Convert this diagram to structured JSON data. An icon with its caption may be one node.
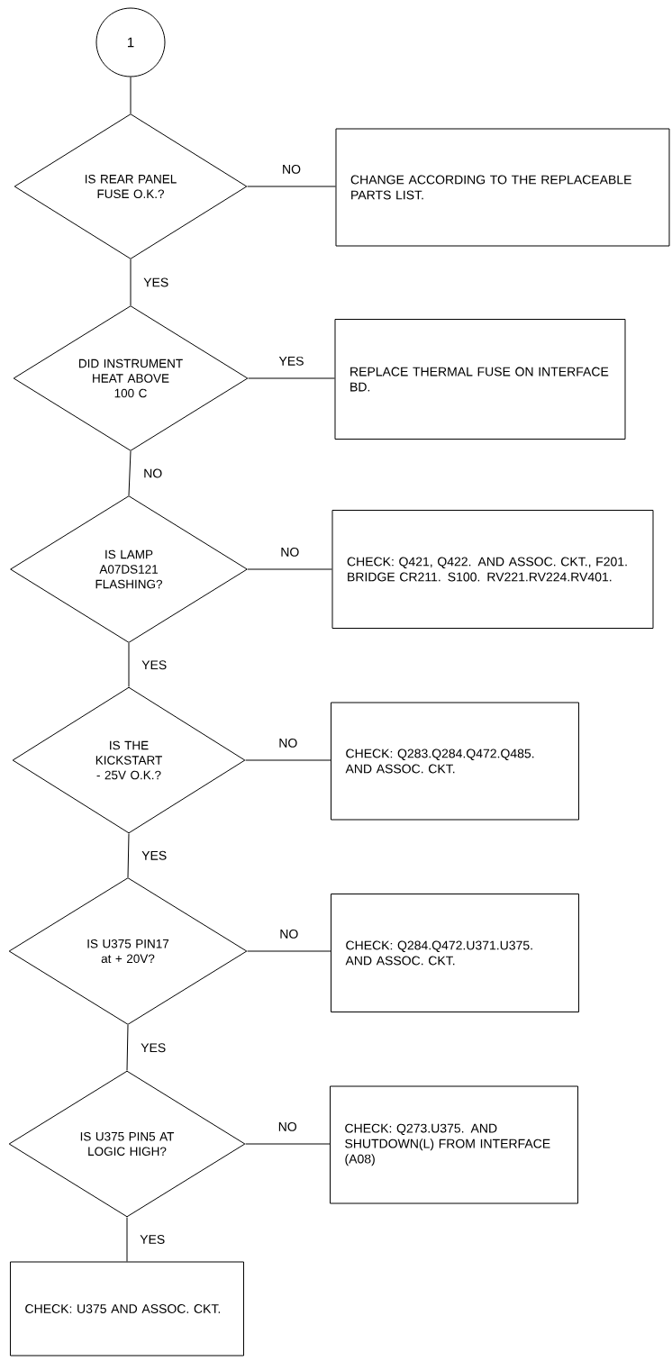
{
  "diagram": {
    "nodes": [
      {
        "text": [
          "1"
        ]
      },
      {
        "text": [
          "IS REAR PANEL FUSE O.K.?"
        ]
      },
      {
        "text": [
          "CHANGE ACCORDING TO THE REPLACEABLE PARTS LIST."
        ]
      },
      {
        "text": [
          "DID INSTRUMENT HEAT ABOVE 100 C"
        ]
      },
      {
        "text": [
          "REPLACE THERMAL FUSE ON INTERFACE BD."
        ]
      },
      {
        "text": [
          "IS LAMP A07DS121 FLASHING?"
        ]
      },
      {
        "text": [
          "CHECK: Q421, Q422. AND ASSOC. CKT., F201. BRIDGE CR211. S100. RV221.RV224.RV401."
        ]
      },
      {
        "text": [
          "IS THE KICKSTART - 25V O.K.?"
        ]
      },
      {
        "text": [
          "CHECK: Q283.Q284.Q472.Q485. AND ASSOC. CKT."
        ]
      },
      {
        "text": [
          "IS U375 PIN17 at + 20V?"
        ]
      },
      {
        "text": [
          "CHECK: Q284.Q472.U371.U375. AND ASSOC. CKT."
        ]
      },
      {
        "text": [
          "IS U375 PIN5 AT LOGIC HIGH?"
        ]
      },
      {
        "text": [
          "CHECK: Q273.U375. AND SHUTDOWN(L) FROM INTERFACE (A08)"
        ]
      },
      {
        "text": [
          "CHECK: U375 AND ASSOC. CKT."
        ]
      }
    ],
    "edges": [
      {
        "from": 0,
        "to": 1,
        "arrow": "none"
      },
      {
        "from": 1,
        "to": 2,
        "arrow": "none",
        "label": "NO"
      },
      {
        "from": 1,
        "to": 3,
        "arrow": "none",
        "label": "YES"
      },
      {
        "from": 3,
        "to": 4,
        "arrow": "none",
        "label": "YES"
      },
      {
        "from": 3,
        "to": 5,
        "arrow": "none",
        "label": "NO"
      },
      {
        "from": 5,
        "to": 6,
        "arrow": "none",
        "label": "NO"
      },
      {
        "from": 5,
        "to": 7,
        "arrow": "none",
        "label": "YES"
      },
      {
        "from": 7,
        "to": 8,
        "arrow": "none",
        "label": "NO"
      },
      {
        "from": 7,
        "to": 9,
        "arrow": "none",
        "label": "YES"
      },
      {
        "from": 9,
        "to": 10,
        "arrow": "none",
        "label": "NO"
      },
      {
        "from": 9,
        "to": 11,
        "arrow": "none",
        "label": "YES"
      },
      {
        "from": 11,
        "to": 12,
        "arrow": "none",
        "label": "NO"
      },
      {
        "from": 11,
        "to": 13,
        "arrow": "none",
        "label": "YES"
      }
    ]
  }
}
